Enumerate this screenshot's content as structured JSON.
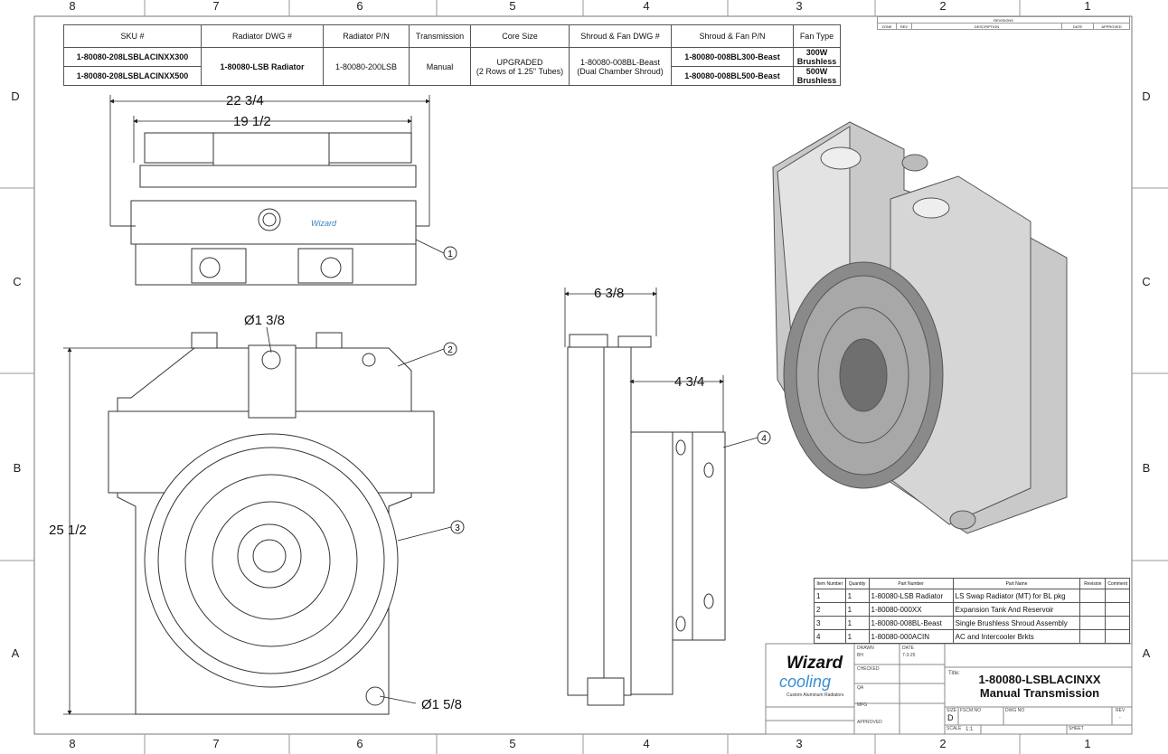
{
  "zones": {
    "columns": [
      "8",
      "7",
      "6",
      "5",
      "4",
      "3",
      "2",
      "1"
    ],
    "rows": [
      "D",
      "C",
      "B",
      "A"
    ]
  },
  "sku_table": {
    "headers": [
      "SKU #",
      "Radiator DWG #",
      "Radiator P/N",
      "Transmission",
      "Core Size",
      "Shroud & Fan DWG #",
      "Shroud & Fan P/N",
      "Fan Type"
    ],
    "rows": [
      {
        "sku": "1-80080-208LSBLACINXX300",
        "shroud_pn": "1-80080-008BL300-Beast",
        "fan": "300W Brushless"
      },
      {
        "sku": "1-80080-208LSBLACINXX500",
        "shroud_pn": "1-80080-008BL500-Beast",
        "fan": "500W Brushless"
      }
    ],
    "shared": {
      "radiator_dwg": "1-80080-LSB Radiator",
      "radiator_pn": "1-80080-200LSB",
      "transmission": "Manual",
      "core_size_1": "UPGRADED",
      "core_size_2": "(2 Rows of 1.25\" Tubes)",
      "shroud_dwg_1": "1-80080-008BL-Beast",
      "shroud_dwg_2": "(Dual Chamber Shroud)"
    }
  },
  "revisions": {
    "title": "REVISIONS",
    "headers": [
      "ZONE",
      "REV",
      "DESCRIPTION",
      "DATE",
      "APPROVED"
    ]
  },
  "dimensions": {
    "overall_width": "22 3/4",
    "core_width": "19 1/2",
    "inlet_dia": "Ø1 3/8",
    "height": "25 1/2",
    "outlet_dia": "Ø1 5/8",
    "depth": "6 3/8",
    "fan_depth": "4 3/4"
  },
  "balloons": [
    "1",
    "2",
    "3",
    "4"
  ],
  "parts_list": {
    "headers": [
      "Item Number",
      "Quantity",
      "Part Number",
      "Part Name",
      "Revision",
      "Comment"
    ],
    "rows": [
      {
        "item": "1",
        "qty": "1",
        "pn": "1-80080-LSB Radiator",
        "name": "LS Swap Radiator (MT) for BL pkg"
      },
      {
        "item": "2",
        "qty": "1",
        "pn": "1-80080-000XX",
        "name": "Expansion Tank And Reservoir"
      },
      {
        "item": "3",
        "qty": "1",
        "pn": "1-80080-008BL-Beast",
        "name": "Single Brushless Shroud Assembly"
      },
      {
        "item": "4",
        "qty": "1",
        "pn": "1-80080-000ACIN",
        "name": "AC and Intercooler Brkts"
      }
    ]
  },
  "title_block": {
    "logo_text": "Wizard cooling",
    "logo_tagline": "Custom Aluminum Radiators",
    "drawn_label": "DRAWN",
    "drawn": "BH",
    "date_label": "DATE",
    "date": "7-3-25",
    "checked_label": "CHECKED",
    "qa_label": "QA",
    "mfg_label": "MFG",
    "approved_label": "APPROVED",
    "title_label": "Title:",
    "title_1": "1-80080-LSBLACINXX",
    "title_2": "Manual Transmission",
    "size_label": "SIZE",
    "size": "D",
    "fscm_label": "FSCM NO",
    "dwg_label": "DWG NO",
    "rev_label": "REV",
    "rev": "-",
    "scale_label": "SCALE",
    "scale": "1:1",
    "sheet_label": "SHEET"
  }
}
